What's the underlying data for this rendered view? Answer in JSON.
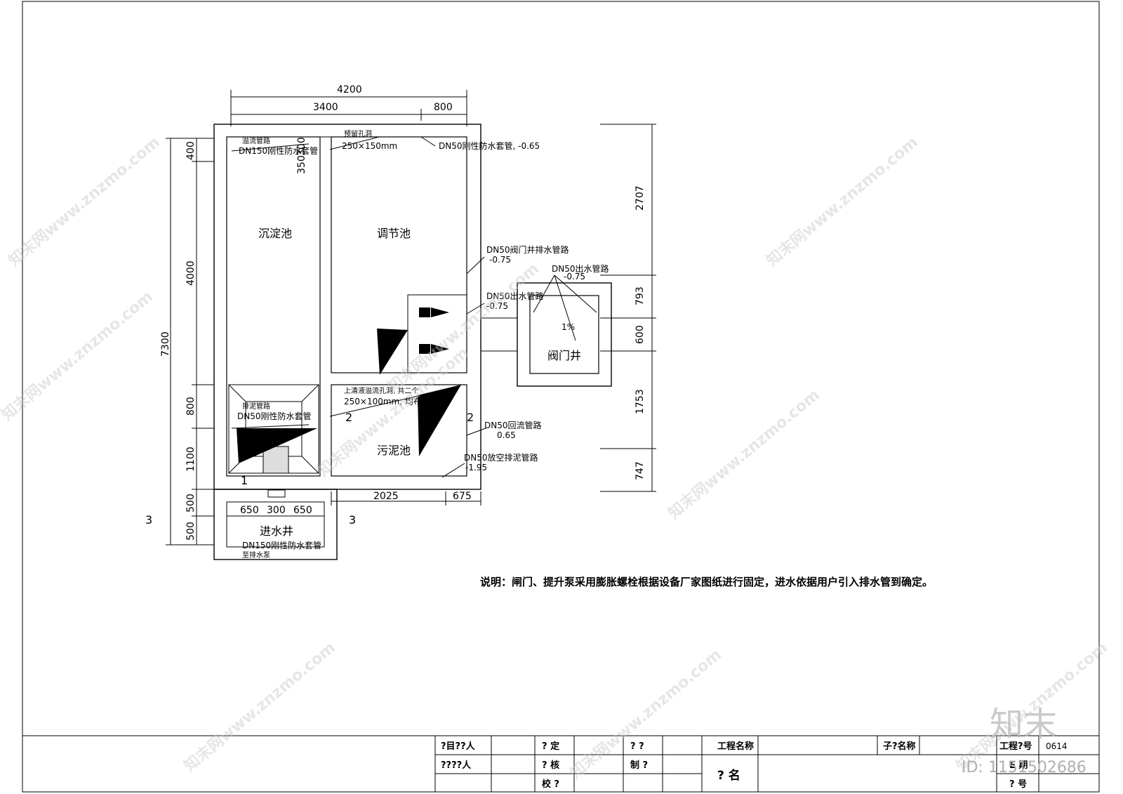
{
  "drawing": {
    "dims": {
      "total_width": "4200",
      "width_left": "3400",
      "width_right": "800",
      "h_400": "400",
      "h_350": "350",
      "h_300": "300",
      "h_4000": "4000",
      "h_800": "800",
      "h_1100": "1100",
      "h_500a": "500",
      "h_500b": "500",
      "h_7300": "7300",
      "b_650a": "650",
      "b_300": "300",
      "b_650b": "650",
      "b_2025": "2025",
      "b_675": "675",
      "r_2707": "2707",
      "r_793": "793",
      "r_600": "600",
      "r_1753": "1753",
      "r_747": "747"
    },
    "rooms": {
      "settle": "沉淀池",
      "adjust": "调节池",
      "sludge": "污泥池",
      "inlet": "进水井",
      "valve": "阀门井"
    },
    "annotations": {
      "overflow_pipe": "溢流管路",
      "dn150_top": "DN150刚性防水套管",
      "reserved_hole": "预留孔洞",
      "hole_size_1": "250×150mm",
      "dn50_top": "DN50刚性防水套管, -0.65",
      "dn50_valve": "DN50阀门井排水管路",
      "dn50_valve_elev": "-0.75",
      "dn50_out": "DN50出水管路",
      "dn50_out_elev": "-0.75",
      "dn50_out2": "DN50出水管路",
      "dn50_out2_elev": "-0.75",
      "slope": "1%",
      "sludge_pipe": "排泥管路",
      "dn50_left": "DN50刚性防水套管",
      "clear_hole": "上清液溢流孔洞, 共二个",
      "hole_size_2": "250×100mm, 均布",
      "dn50_return": "DN50回流管路",
      "dn50_return_elev": "0.65",
      "dn50_drain": "DN50放空排泥管路",
      "dn50_drain_elev": "-1.95",
      "dn150_inlet": "DN150刚性防水套管",
      "to_pump": "至排水泵",
      "sec1": "1",
      "sec2": "2",
      "sec2b": "2",
      "sec3a": "3",
      "sec3b": "3"
    },
    "note": "说明：闸门、提升泵采用膨胀螺栓根据设备厂家图纸进行固定，进水依据用户引入排水管到确定。"
  },
  "title_block": {
    "r1c1": "?目??人",
    "r1c2": "? 定",
    "r1c3": "? ?",
    "r1c4": "工程名称",
    "r1c5": "子?名称",
    "r1c6": "工程?号",
    "r1c6v": "0614",
    "r2c1": "????人",
    "r2c2": "? 核",
    "r2c3": "制 ?",
    "r2c4": "? 名",
    "r2c6": "E 期",
    "r3c2": "校 ?",
    "r3c6": "? 号"
  },
  "watermark": {
    "site": "知末网www.znzmo.com",
    "brand": "知末",
    "id": "ID: 1151502686"
  }
}
